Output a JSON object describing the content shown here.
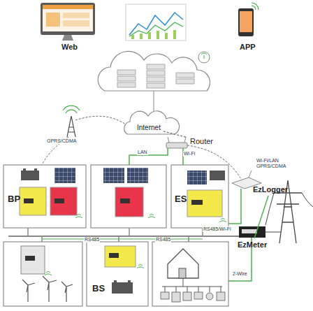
{
  "diagram": {
    "nodes": [
      {
        "text": [
          "Web"
        ]
      },
      {
        "text": [
          "APP"
        ]
      },
      {
        "text": [
          "Internet"
        ]
      },
      {
        "text": [
          "Router"
        ]
      },
      {
        "text": [
          "BP"
        ]
      },
      {
        "text": [
          "ES"
        ]
      },
      {
        "text": [
          "EzLogger"
        ]
      },
      {
        "text": [
          "EzMeter"
        ]
      },
      {
        "text": [
          "BS"
        ]
      }
    ],
    "edges": [
      {
        "from": 2,
        "to": 3,
        "arrow": "none"
      },
      {
        "from": 6,
        "to": 7,
        "arrow": "none"
      }
    ],
    "labels": [
      "GPRS/CDMA",
      "LAN",
      "Wi-Fi",
      "Wi-Fi/LAN GPRS/CDMA",
      "RS485/Wi-Fi",
      "RS485",
      "RS485",
      "2-Wire"
    ]
  }
}
